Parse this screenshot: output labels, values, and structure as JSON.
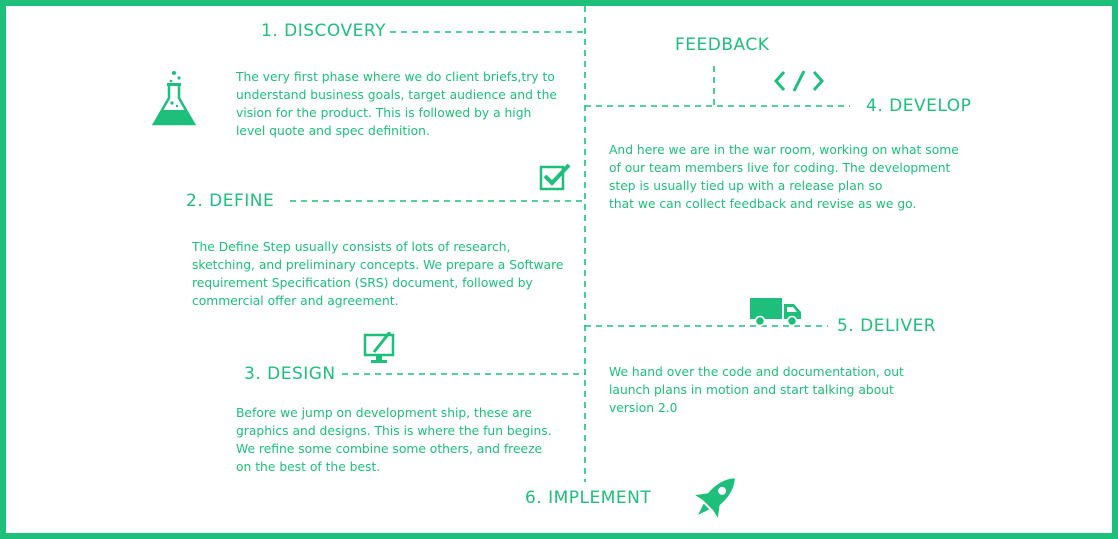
{
  "accent": "#1dbf7a",
  "steps": [
    {
      "title": "1. DISCOVERY",
      "icon": "flask-icon",
      "description": "The very first phase where we do client briefs,try to\nunderstand business goals, target audience and the\nvision for the product. This is followed by a high\nlevel quote and spec definition."
    },
    {
      "title": "2. DEFINE",
      "icon": "checkbox-icon",
      "description": "The Define Step usually consists of lots of research,\nsketching, and preliminary concepts. We prepare a Software\nrequirement Specification (SRS) document, followed by\ncommercial offer and agreement."
    },
    {
      "title": "3. DESIGN",
      "icon": "monitor-pen-icon",
      "description": "Before we jump on development ship, these are\ngraphics and designs. This is where the fun begins.\nWe refine some combine some others, and freeze\non the best of the best."
    },
    {
      "title": "4. DEVELOP",
      "icon": "code-icon",
      "description": "And here we are in the war room, working on what some\nof our team members live for coding. The development\nstep is usually tied up with a release plan so\nthat we can collect feedback and revise as we go."
    },
    {
      "title": "5. DELIVER",
      "icon": "truck-icon",
      "description": "We hand over the code and documentation, out\nlaunch plans in motion and start talking about\nversion 2.0"
    },
    {
      "title": "6. IMPLEMENT",
      "icon": "rocket-icon"
    }
  ],
  "feedback_label": "FEEDBACK"
}
